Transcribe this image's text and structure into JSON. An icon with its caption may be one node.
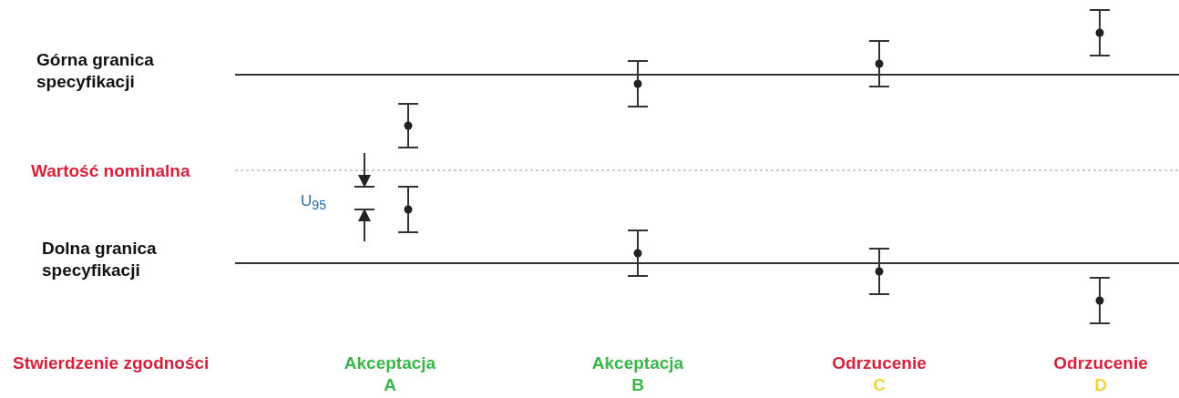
{
  "diagram": {
    "labels": [
      "Górna granica specyfikacji",
      "Wartość nominalna",
      "U$_{95}$",
      "Dolna granica specyfikacji",
      "Stwierdzenie zgodności",
      "Akceptacja",
      "A",
      "Akceptacja",
      "B",
      "Odrzucenie",
      "C",
      "Odrzucenie",
      "D"
    ]
  }
}
